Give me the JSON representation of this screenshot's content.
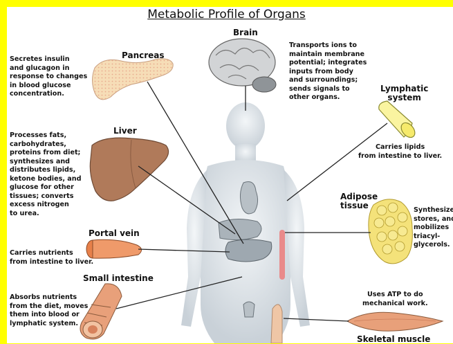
{
  "title": "Metabolic Profile of Organs",
  "organs": {
    "brain": {
      "name": "Brain",
      "description": [
        "Transports ions to",
        "maintain membrane",
        "potential; integrates",
        "inputs from body",
        "and surroundings;",
        "sends signals to",
        "other organs."
      ]
    },
    "pancreas": {
      "name": "Pancreas",
      "description": [
        "Secretes insulin",
        "and glucagon in",
        "response to changes",
        "in blood glucose",
        "concentration."
      ]
    },
    "lymphatic": {
      "name": [
        "Lymphatic",
        "system"
      ],
      "description": [
        "Carries lipids",
        "from intestine to liver."
      ]
    },
    "liver": {
      "name": "Liver",
      "description": [
        "Processes fats,",
        "carbohydrates,",
        "proteins from diet;",
        "synthesizes and",
        "distributes lipids,",
        "ketone bodies, and",
        "glucose for other",
        "tissues; converts",
        "excess nitrogen",
        "to urea."
      ]
    },
    "adipose": {
      "name": [
        "Adipose",
        "tissue"
      ],
      "description": [
        "Synthesizes,",
        "stores, and",
        "mobilizes",
        "triacyl-",
        "glycerols."
      ]
    },
    "portal_vein": {
      "name": "Portal vein",
      "description": [
        "Carries nutrients",
        "from intestine to liver."
      ]
    },
    "small_intestine": {
      "name": "Small intestine",
      "description": [
        "Absorbs nutrients",
        "from the diet, moves",
        "them into blood or",
        "lymphatic system."
      ]
    },
    "skeletal_muscle": {
      "name": "Skeletal muscle",
      "description": [
        "Uses ATP to do",
        "mechanical work."
      ]
    }
  },
  "colors": {
    "border": "#ffff00",
    "background": "#ffffff",
    "liver": "#b07a5a",
    "pancreas": "#f6ddb7",
    "adipose": "#f4e27a",
    "portal_vein": "#e7804a",
    "muscle": "#e8a07a",
    "body": "#dde3e8"
  }
}
